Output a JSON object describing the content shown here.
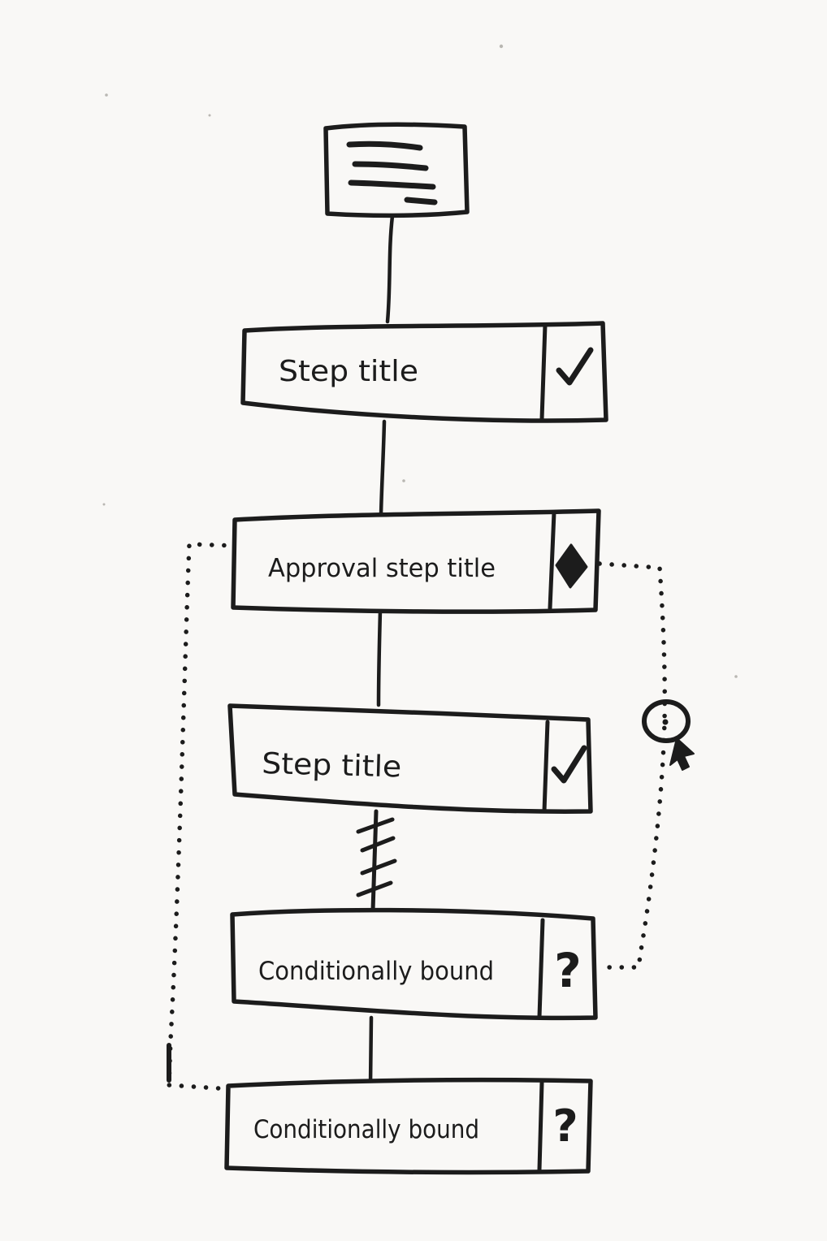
{
  "canvas": {
    "description": "Hand-drawn workflow sketch on paper",
    "paper_color": "#f9f8f6",
    "ink_color": "#1c1c1c"
  },
  "nodes": {
    "note": {
      "type": "note",
      "icon": "document-lines-icon"
    },
    "step1": {
      "label": "Step title",
      "badge": "check",
      "badge_glyph": "✓"
    },
    "approval": {
      "label": "Approval step title",
      "badge": "diamond",
      "badge_glyph": "◆"
    },
    "step2": {
      "label": "Step title",
      "badge": "check",
      "badge_glyph": "✓"
    },
    "cond1": {
      "label": "Conditionally bound",
      "badge": "question",
      "badge_glyph": "?"
    },
    "cond2": {
      "label": "Conditionally bound",
      "badge": "question",
      "badge_glyph": "?"
    }
  },
  "edges": [
    {
      "from": "note",
      "to": "step1",
      "style": "solid"
    },
    {
      "from": "step1",
      "to": "approval",
      "style": "solid"
    },
    {
      "from": "approval",
      "to": "step2",
      "style": "solid"
    },
    {
      "from": "step2",
      "to": "cond1",
      "style": "hatched"
    },
    {
      "from": "cond1",
      "to": "cond2",
      "style": "solid"
    },
    {
      "from": "approval",
      "to": "cond2",
      "style": "dotted",
      "side": "left"
    },
    {
      "from": "approval",
      "to": "cond1",
      "style": "dotted",
      "side": "right",
      "marker": "circle-with-cursor"
    }
  ]
}
